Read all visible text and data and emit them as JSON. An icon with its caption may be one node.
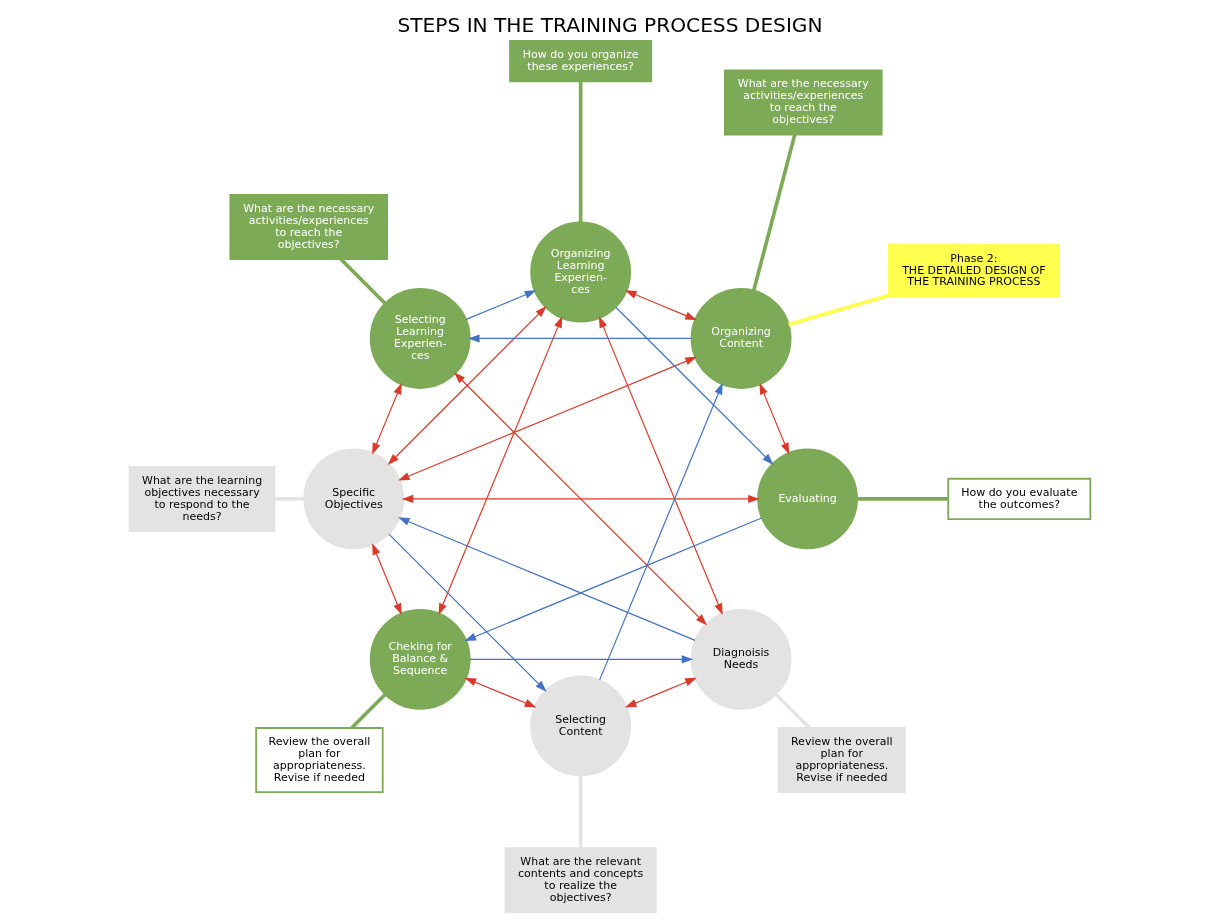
{
  "diagram": {
    "title": "STEPS IN THE TRAINING PROCESS DESIGN",
    "nodes": [
      {
        "text": [
          "Diagnoisis Needs"
        ]
      },
      {
        "text": [
          "Specific Objectives"
        ]
      },
      {
        "text": [
          "Selecting Content"
        ]
      },
      {
        "text": [
          "Organizing Content"
        ]
      },
      {
        "text": [
          "Selecting Learning Experien- ces"
        ]
      },
      {
        "text": [
          "Organizing Learning Experien- ces"
        ]
      },
      {
        "text": [
          "Evaluating"
        ]
      },
      {
        "text": [
          "Cheking for Balance & Sequence"
        ]
      },
      {
        "text": [
          "Review the overall plan for appropriateness. Revise if needed"
        ]
      },
      {
        "text": [
          "Review the overall plan for appropriateness. Revise if needed"
        ]
      },
      {
        "text": [
          "What are the learning objectives necessary to respond to the needs?"
        ]
      },
      {
        "text": [
          "How do you evaluate the outcomes?"
        ]
      },
      {
        "text": [
          "What are the relevant contents and concepts to realize the objectives?"
        ]
      },
      {
        "text": [
          "How do you organize these experiences?"
        ]
      },
      {
        "text": [
          "Phase 2:",
          "THE DETAILED DESIGN OF THE TRAINING PROCESS"
        ]
      },
      {
        "text": [
          "What are the necessary activities/experiences to reach the objectives?"
        ]
      },
      {
        "text": [
          "What are the necessary activities/experiences to reach the objectives?"
        ]
      }
    ],
    "edges": [
      {
        "from": 7,
        "to": 0,
        "arrow": "to",
        "color": "#4472c4"
      },
      {
        "from": 0,
        "to": 1,
        "arrow": "to",
        "color": "#4472c4"
      },
      {
        "from": 1,
        "to": 2,
        "arrow": "to",
        "color": "#4472c4"
      },
      {
        "from": 2,
        "to": 3,
        "arrow": "to",
        "color": "#4472c4"
      },
      {
        "from": 3,
        "to": 4,
        "arrow": "to",
        "color": "#4472c4"
      },
      {
        "from": 4,
        "to": 5,
        "arrow": "to",
        "color": "#4472c4"
      },
      {
        "from": 5,
        "to": 6,
        "arrow": "to",
        "color": "#4472c4"
      },
      {
        "from": 6,
        "to": 7,
        "arrow": "to",
        "color": "#4472c4"
      },
      {
        "from": 7,
        "to": 1,
        "arrow": "both"
      },
      {
        "from": 0,
        "to": 5,
        "arrow": "both"
      },
      {
        "from": 0,
        "to": 4,
        "arrow": "both"
      },
      {
        "from": 0,
        "to": 2,
        "arrow": "both"
      },
      {
        "from": 1,
        "to": 6,
        "arrow": "both"
      },
      {
        "from": 7,
        "to": 2,
        "arrow": "both"
      },
      {
        "from": 1,
        "to": 5,
        "arrow": "both"
      },
      {
        "from": 1,
        "to": 4,
        "arrow": "both"
      },
      {
        "from": 1,
        "to": 3,
        "arrow": "both"
      },
      {
        "from": 7,
        "to": 5,
        "arrow": "both"
      },
      {
        "from": 6,
        "to": 3,
        "arrow": "both"
      },
      {
        "from": 5,
        "to": 3,
        "arrow": "both"
      },
      {
        "from": 8,
        "to": 7,
        "arrow": "none",
        "style": "thick",
        "color": "#7daa57"
      },
      {
        "from": 9,
        "to": 0,
        "arrow": "none",
        "style": "thick",
        "color": "#e3e3e3"
      },
      {
        "from": 10,
        "to": 1,
        "arrow": "none",
        "style": "thick",
        "color": "#e3e3e3"
      },
      {
        "from": 11,
        "to": 6,
        "arrow": "none",
        "style": "thick",
        "color": "#7daa57"
      },
      {
        "from": 12,
        "to": 2,
        "arrow": "none",
        "style": "thick",
        "color": "#e3e3e3"
      },
      {
        "from": 13,
        "to": 5,
        "arrow": "none",
        "style": "thick",
        "color": "#7daa57"
      },
      {
        "from": 14,
        "to": 3,
        "arrow": "none",
        "style": "thick",
        "color": "#ffff4d"
      },
      {
        "from": 15,
        "to": 4,
        "arrow": "none",
        "style": "thick",
        "color": "#7daa57"
      },
      {
        "from": 16,
        "to": 3,
        "arrow": "none",
        "style": "thick",
        "color": "#7daa57"
      }
    ]
  }
}
